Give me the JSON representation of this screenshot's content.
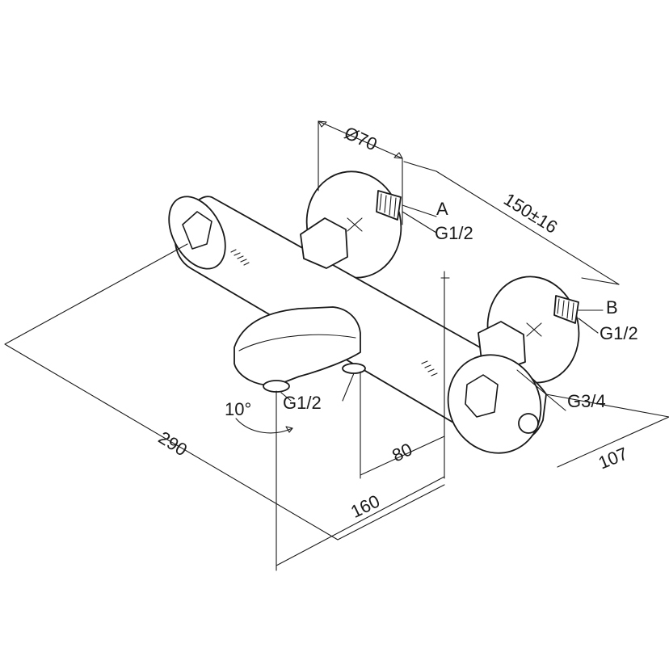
{
  "drawing": {
    "dimensions": {
      "overall_length": "290",
      "outlet_offset": "160",
      "outlet_to_axis": "80",
      "depth": "107",
      "rosette_diameter": "Ø70",
      "inlet_spacing": "150±16"
    },
    "angle": "10°",
    "connections": {
      "inlet_a_label": "A",
      "inlet_a_thread": "G1/2",
      "inlet_b_label": "B",
      "inlet_b_thread": "G1/2",
      "outlet_thread": "G3/4",
      "shower_outlet_thread": "G1/2"
    }
  }
}
